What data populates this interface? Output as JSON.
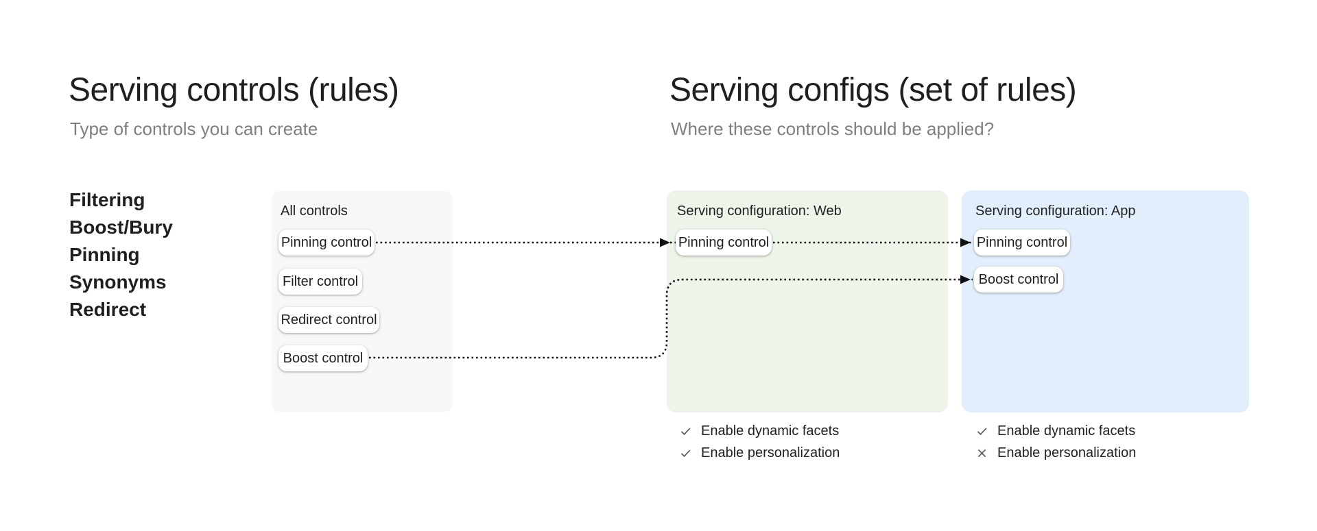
{
  "left_section": {
    "title": "Serving controls (rules)",
    "subtitle": "Type of controls you can create",
    "control_types": [
      "Filtering",
      "Boost/Bury",
      "Pinning",
      "Synonyms",
      "Redirect"
    ]
  },
  "right_section": {
    "title": "Serving configs (set of rules)",
    "subtitle": "Where these controls should be applied?"
  },
  "cards": {
    "all": {
      "label": "All controls",
      "controls": [
        "Pinning control",
        "Filter control",
        "Redirect control",
        "Boost control"
      ]
    },
    "web": {
      "label": "Serving configuration: Web",
      "controls": [
        "Pinning control"
      ],
      "features": [
        {
          "icon": "check-icon",
          "label": "Enable dynamic facets"
        },
        {
          "icon": "check-icon",
          "label": "Enable personalization"
        }
      ]
    },
    "app": {
      "label": "Serving configuration: App",
      "controls": [
        "Pinning control",
        "Boost control"
      ],
      "features": [
        {
          "icon": "check-icon",
          "label": "Enable dynamic facets"
        },
        {
          "icon": "close-icon",
          "label": "Enable personalization"
        }
      ]
    }
  },
  "colors": {
    "all_card_bg": "#f7f7f6",
    "web_card_bg": "#edf4e9",
    "app_card_bg": "#e2eefb",
    "heading_text": "#1f1f1f",
    "subtitle_text": "#7d7f83",
    "icon_gray": "#5f6368",
    "arrow": "#111111"
  }
}
